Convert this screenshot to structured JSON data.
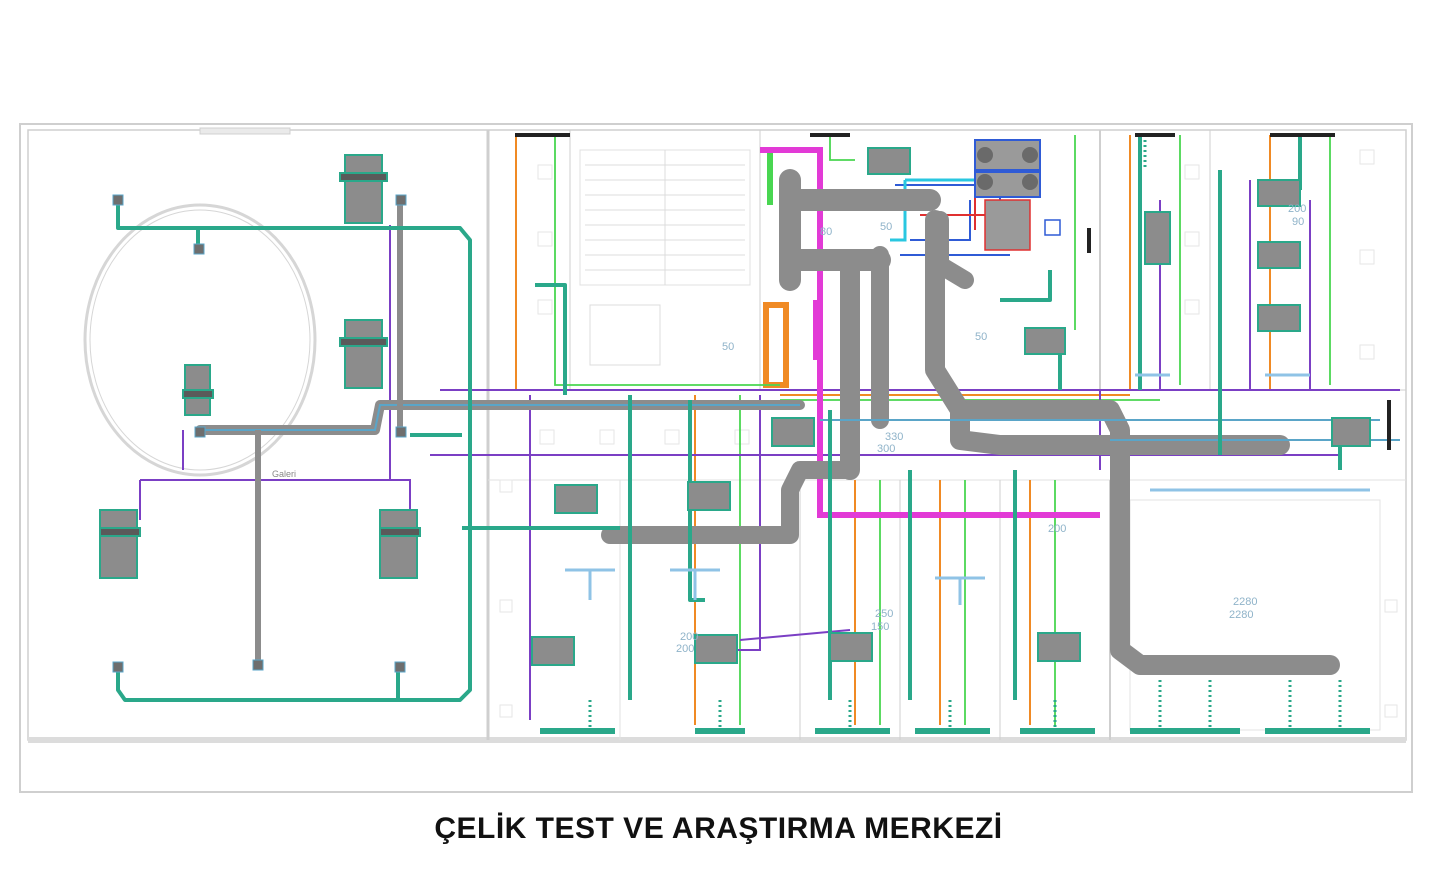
{
  "title": "ÇELİK TEST VE ARAŞTIRMA MERKEZİ",
  "room_label": "Galeri",
  "dimension_labels": [
    "50",
    "50",
    "50",
    "80",
    "330",
    "300",
    "200",
    "200",
    "250",
    "150",
    "200",
    "200",
    "2280",
    "2280",
    "90"
  ],
  "colors": {
    "duct_gray": "#8c8c8c",
    "duct_outline": "#5aa5c8",
    "pipe_teal": "#2aa88a",
    "pipe_purple": "#7b3fc4",
    "pipe_orange": "#f08a24",
    "pipe_green": "#49d651",
    "pipe_magenta": "#e23ad6",
    "pipe_blue": "#2f5bd6",
    "pipe_cyan": "#29c7e0",
    "wall": "#cfcfcf"
  },
  "icons": [
    "fan-coil-unit-icon",
    "air-handler-icon",
    "diffuser-icon",
    "chiller-icon"
  ]
}
